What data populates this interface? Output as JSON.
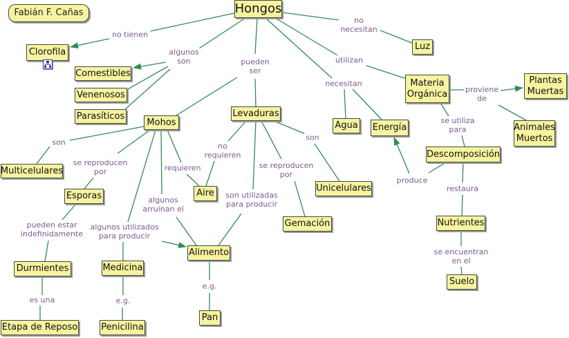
{
  "author": "Fabián F. Cañas",
  "colors": {
    "node_fill": "#f7f3a0",
    "node_border": "#3d4c3d",
    "line": "#2e8b57",
    "label_text": "#7a5a8c"
  },
  "icons": {
    "resource": "hierarchy-icon"
  },
  "nodes": [
    {
      "id": "hongos",
      "text": "Hongos"
    },
    {
      "id": "clorofila",
      "text": "Clorofila"
    },
    {
      "id": "luz",
      "text": "Luz"
    },
    {
      "id": "comestibles",
      "text": "Comestibles"
    },
    {
      "id": "venenosos",
      "text": "Venenosos"
    },
    {
      "id": "parasiticos",
      "text": "Parasíticos"
    },
    {
      "id": "mohos",
      "text": "Mohos"
    },
    {
      "id": "levaduras",
      "text": "Levaduras"
    },
    {
      "id": "agua",
      "text": "Agua"
    },
    {
      "id": "energia",
      "text": "Energía"
    },
    {
      "id": "materia",
      "text": "Materia\nOrgánica"
    },
    {
      "id": "plantas",
      "text": "Plantas\nMuertas"
    },
    {
      "id": "animales",
      "text": "Animales\nMuertos"
    },
    {
      "id": "multicelulares",
      "text": "Multicelulares"
    },
    {
      "id": "esporas",
      "text": "Esporas"
    },
    {
      "id": "aire",
      "text": "Aire"
    },
    {
      "id": "unicelulares",
      "text": "Unicelulares"
    },
    {
      "id": "descomposicion",
      "text": "Descomposición"
    },
    {
      "id": "gemacion",
      "text": "Gemación"
    },
    {
      "id": "nutrientes",
      "text": "Nutrientes"
    },
    {
      "id": "durmientes",
      "text": "Durmientes"
    },
    {
      "id": "medicina",
      "text": "Medicina"
    },
    {
      "id": "alimento",
      "text": "Alimento"
    },
    {
      "id": "suelo",
      "text": "Suelo"
    },
    {
      "id": "etapa",
      "text": "Etapa de Reposo"
    },
    {
      "id": "penicilina",
      "text": "Penicilina"
    },
    {
      "id": "pan",
      "text": "Pan"
    }
  ],
  "link_labels": [
    {
      "id": "no-tienen",
      "text": "no tienen"
    },
    {
      "id": "algunos-son",
      "text": "algunos\nson"
    },
    {
      "id": "pueden-ser",
      "text": "pueden\nser"
    },
    {
      "id": "no-necesitan",
      "text": "no\nnecesitan"
    },
    {
      "id": "utilizan",
      "text": "utilizan"
    },
    {
      "id": "necesitan",
      "text": "necesitan"
    },
    {
      "id": "proviene-de",
      "text": "proviene\nde"
    },
    {
      "id": "se-utiliza-para",
      "text": "se utiliza\npara"
    },
    {
      "id": "son-mohos",
      "text": "son"
    },
    {
      "id": "se-reproducen-por-mohos",
      "text": "se reproducen\npor"
    },
    {
      "id": "requieren",
      "text": "requieren"
    },
    {
      "id": "no-requieren",
      "text": "no\nrequieren"
    },
    {
      "id": "se-reproducen-por-lev",
      "text": "se reproducen\npor"
    },
    {
      "id": "son-lev",
      "text": "son"
    },
    {
      "id": "produce",
      "text": "produce"
    },
    {
      "id": "restaura",
      "text": "restaura"
    },
    {
      "id": "pueden-estar",
      "text": "pueden estar\nindefinidamente"
    },
    {
      "id": "algunos-arruinan",
      "text": "algunos\narruinan el"
    },
    {
      "id": "son-utilizadas",
      "text": "son utilizadas\npara producir"
    },
    {
      "id": "algunos-utilizados",
      "text": "algunos utilizados\npara producir"
    },
    {
      "id": "se-encuentran",
      "text": "se encuentran\nen el"
    },
    {
      "id": "es-una",
      "text": "es una"
    },
    {
      "id": "eg-penicilina",
      "text": "e.g."
    },
    {
      "id": "eg-pan",
      "text": "e.g."
    }
  ]
}
